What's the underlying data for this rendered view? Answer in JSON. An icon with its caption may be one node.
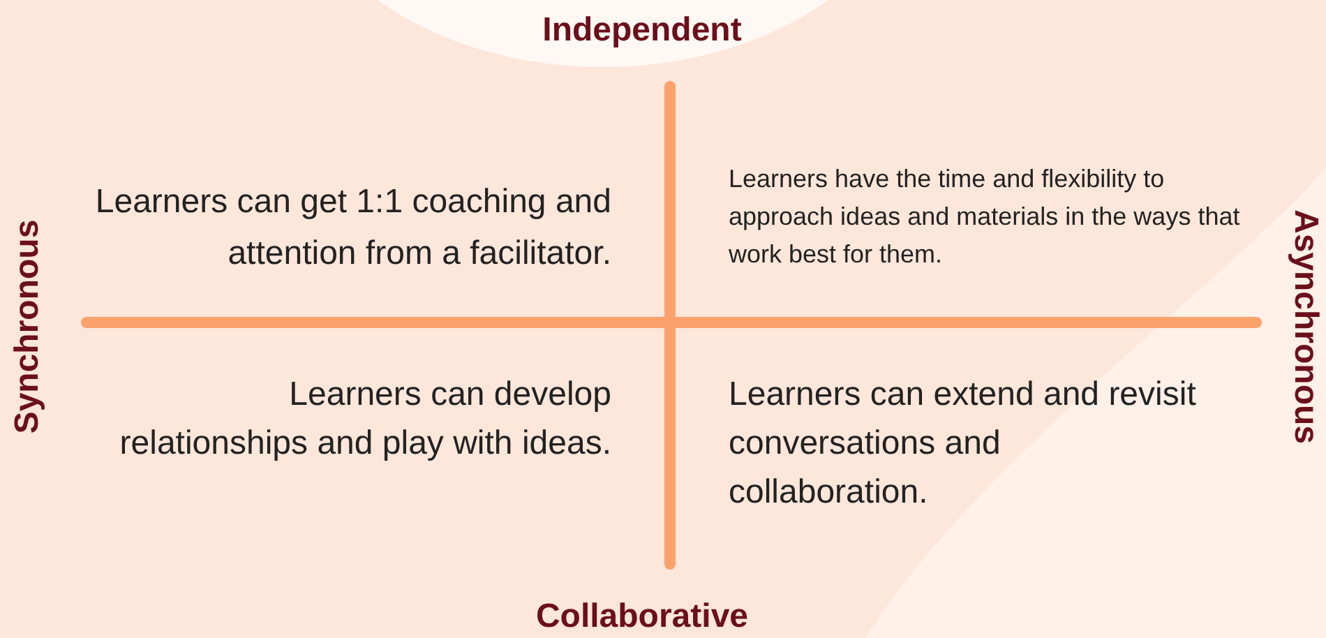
{
  "diagram": {
    "labels": [
      "Independent",
      "Synchronous",
      "Learners can get 1:1 coaching and attention from a facilitator.",
      "Learners have the time and flexibility to approach ideas and materials in the ways that work best for them.",
      "Asynchronous",
      "Learners can develop relationships and play with ideas.",
      "Learners can extend and revisit conversations and collaboration.",
      "Collaborative"
    ]
  }
}
